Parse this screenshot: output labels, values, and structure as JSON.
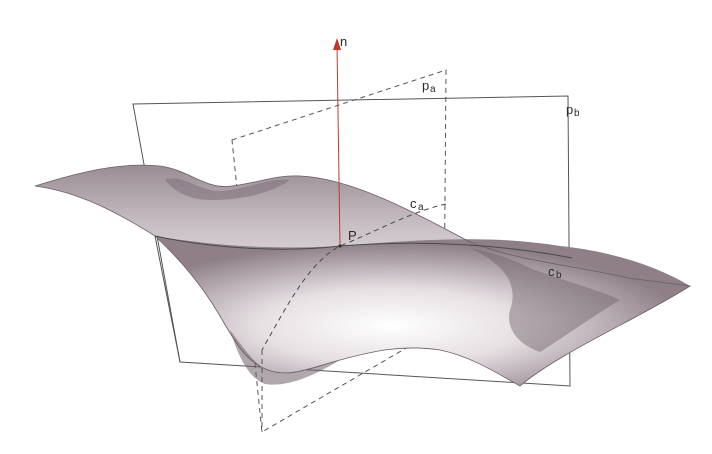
{
  "labels": {
    "normal": "n",
    "point": "P",
    "plane_a_letter": "p",
    "plane_a_sub": "a",
    "plane_b_letter": "p",
    "plane_b_sub": "b",
    "curve_a_letter": "c",
    "curve_a_sub": "a",
    "curve_b_letter": "c",
    "curve_b_sub": "b"
  },
  "colors": {
    "normal_vector": "#c0392b",
    "plane_lines": "#555555",
    "surface_light": "#ffffff",
    "surface_mid": "#d9d2d6",
    "surface_dark": "#7d6f77"
  }
}
